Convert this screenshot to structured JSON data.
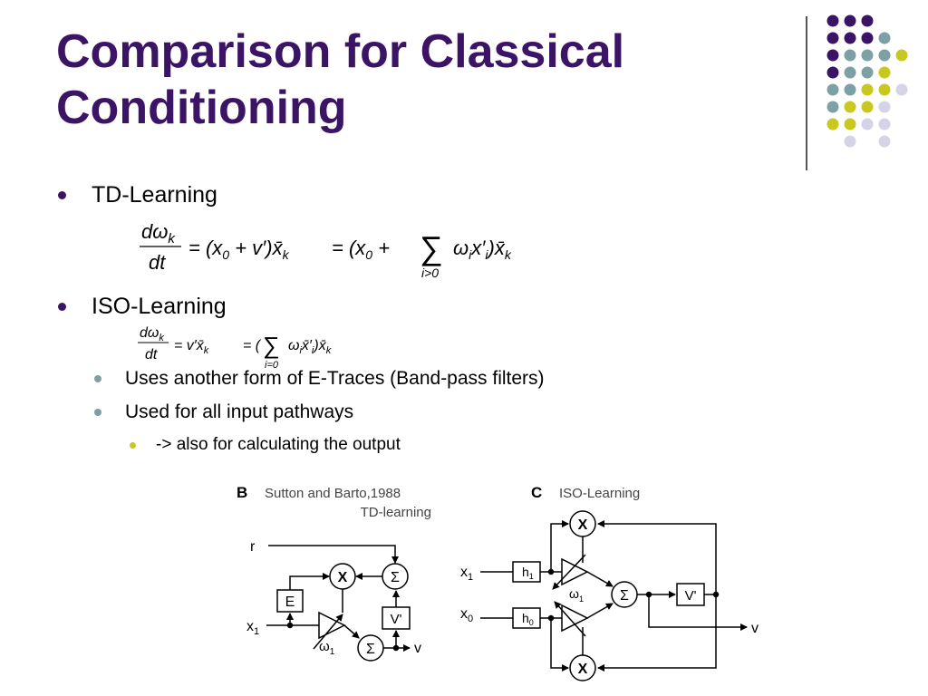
{
  "slide": {
    "title_line1": "Comparison for Classical",
    "title_line2": "Conditioning",
    "bullets": {
      "td": "TD-Learning",
      "iso": "ISO-Learning",
      "sub1": "Uses another form of E-Traces (Band-pass filters)",
      "sub2": "Used for all input pathways",
      "sub3": "-> also for calculating the output"
    }
  },
  "equations": {
    "td": {
      "lhs_num": "dω",
      "lhs_sub": "k",
      "lhs_den": "dt",
      "eq1": "= (x",
      "eq1_sub": "0",
      "eq1_rest": " + v′)x̄",
      "eq1_sub2": "k",
      "eq2": "= (x",
      "eq2_sub": "0",
      "eq2_rest": " +",
      "sum": "∑",
      "sum_limit": "i>0",
      "term": "ω",
      "term_sub": "i",
      "term_x": "x′",
      "term_x_sub": "i",
      "close": ")x̄",
      "close_sub": "k"
    },
    "iso": {
      "lhs_num": "dω",
      "lhs_sub": "k",
      "lhs_den": "dt",
      "eq1": "= v′x̄",
      "eq1_sub": "k",
      "eq2": "= (",
      "sum": "∑",
      "sum_limit": "i=0",
      "term": "ω",
      "term_sub": "i",
      "term_x": "x̄′",
      "term_x_sub": "i",
      "close": ")x̄",
      "close_sub": "k"
    }
  },
  "diagram_b": {
    "panel_letter": "B",
    "caption_line1": "Sutton and Barto,1988",
    "caption_line2": "TD-learning",
    "r_label": "r",
    "x_label": "x",
    "x_sub": "1",
    "e_box": "E",
    "mult": "X",
    "sum": "Σ",
    "v_prime": "V'",
    "omega": "ω",
    "omega_sub": "1",
    "v_label": "v"
  },
  "diagram_c": {
    "panel_letter": "C",
    "caption": "ISO-Learning",
    "x1_label": "x",
    "x1_sub": "1",
    "x0_label": "x",
    "x0_sub": "0",
    "h1_box": "h",
    "h1_sub": "1",
    "h0_box": "h",
    "h0_sub": "0",
    "mult": "X",
    "sum": "Σ",
    "omega": "ω",
    "omega_sub": "1",
    "v_prime": "V'",
    "v_label": "v"
  },
  "colors": {
    "title": "#3b1466",
    "dot_purple": "#3b1466",
    "dot_teal": "#7da0a4",
    "dot_yellow": "#c9c81f",
    "dot_lavender": "#d4d4e6"
  }
}
